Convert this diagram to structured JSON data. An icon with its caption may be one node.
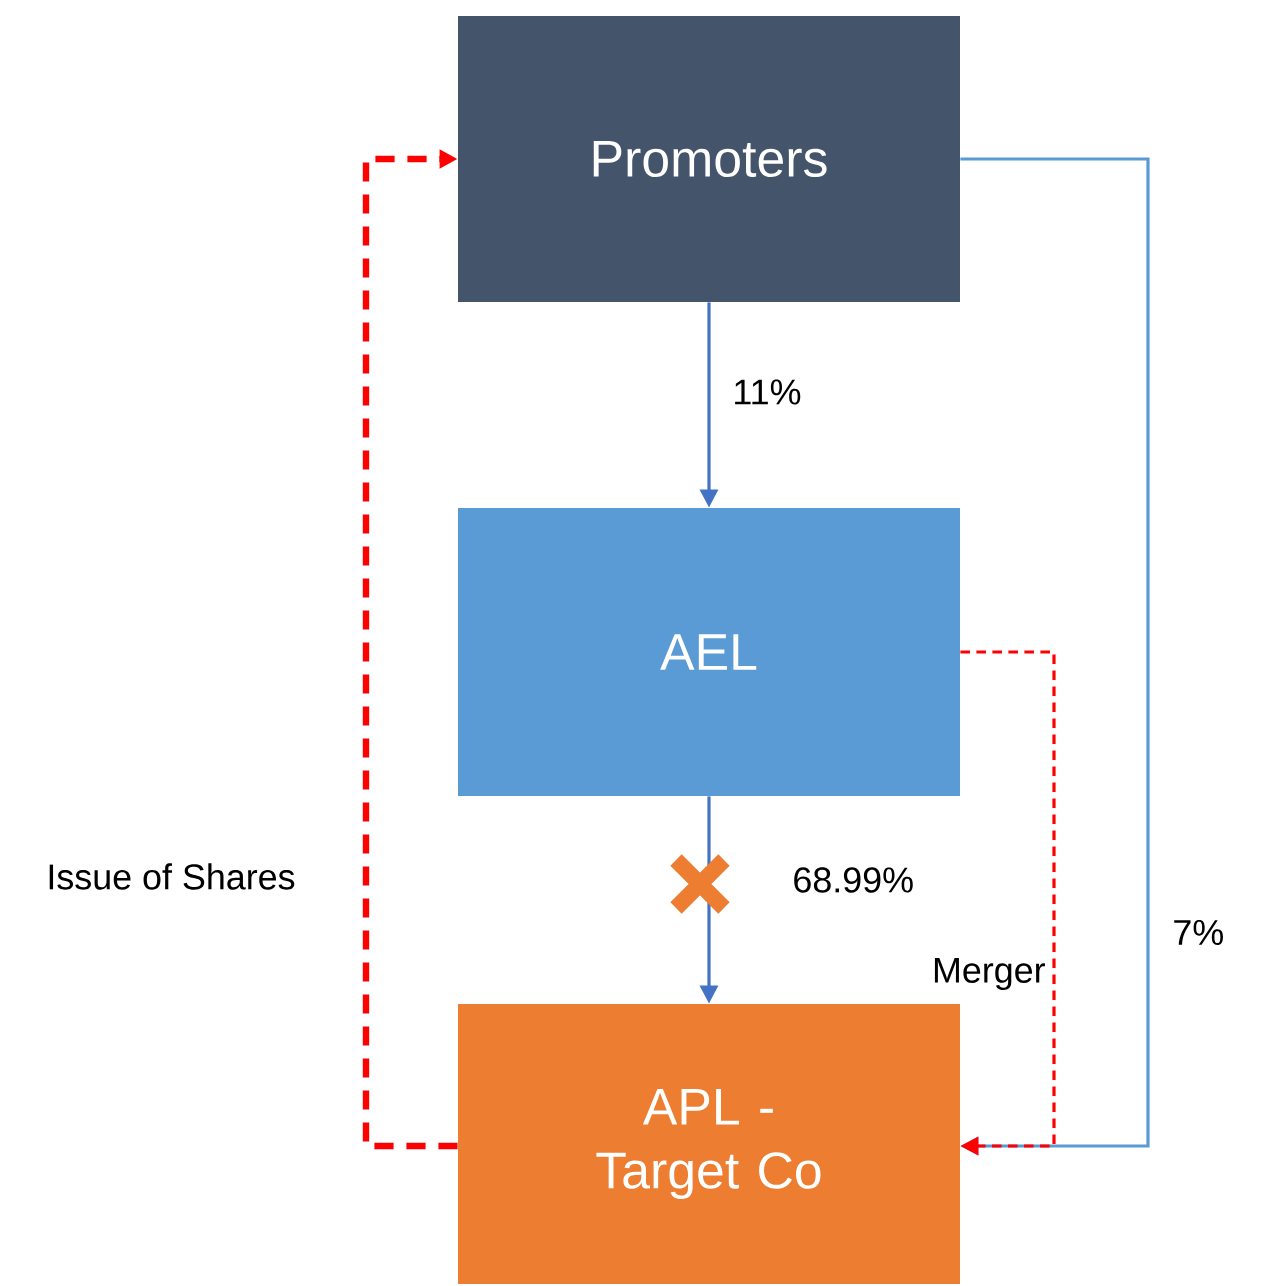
{
  "diagram": {
    "nodes": [
      {
        "text": [
          "Promoters"
        ]
      },
      {
        "text": [
          "AEL"
        ]
      },
      {
        "text": [
          "APL - Target Co"
        ]
      }
    ],
    "edges": [
      {
        "from": 0,
        "to": 1,
        "arrow": "to",
        "label": "11%"
      },
      {
        "from": 1,
        "to": 2,
        "arrow": "to",
        "label": "68.99%"
      },
      {
        "from": 0,
        "to": 2,
        "arrow": "to",
        "label": "7%",
        "color": "#5b9bd5"
      },
      {
        "from": 1,
        "to": 2,
        "arrow": "to",
        "label": "Merger",
        "style": "dashed",
        "color": "#ff0000"
      },
      {
        "from": 2,
        "to": 0,
        "arrow": "to",
        "label": "Issue of Shares",
        "style": "dashed",
        "color": "#ff0000"
      }
    ]
  }
}
